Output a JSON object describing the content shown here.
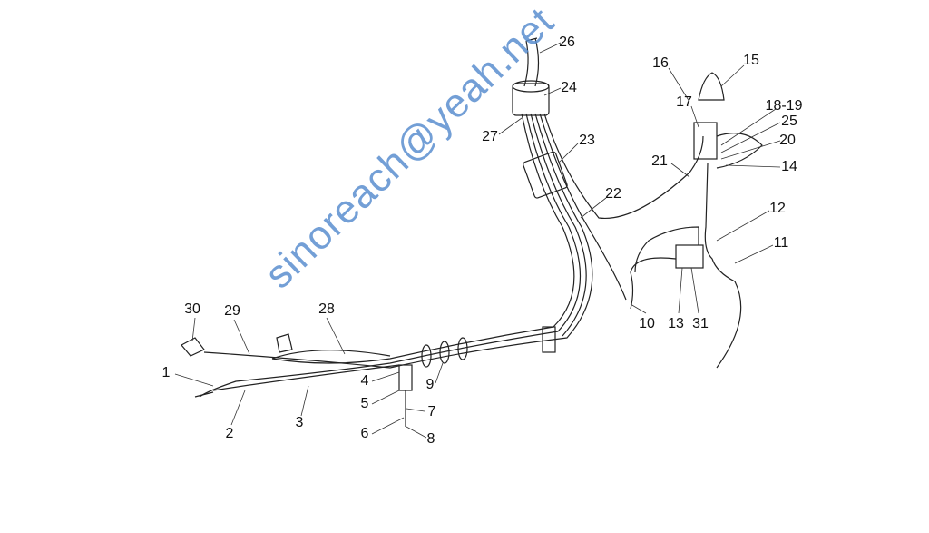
{
  "diagram": {
    "callouts": [
      "1",
      "2",
      "3",
      "4",
      "5",
      "6",
      "7",
      "8",
      "9",
      "10",
      "11",
      "12",
      "13",
      "14",
      "15",
      "16",
      "17",
      "18-19",
      "20",
      "21",
      "22",
      "23",
      "24",
      "25",
      "26",
      "27",
      "28",
      "29",
      "30",
      "31"
    ],
    "watermark": "sinoreach@yeah.net"
  }
}
